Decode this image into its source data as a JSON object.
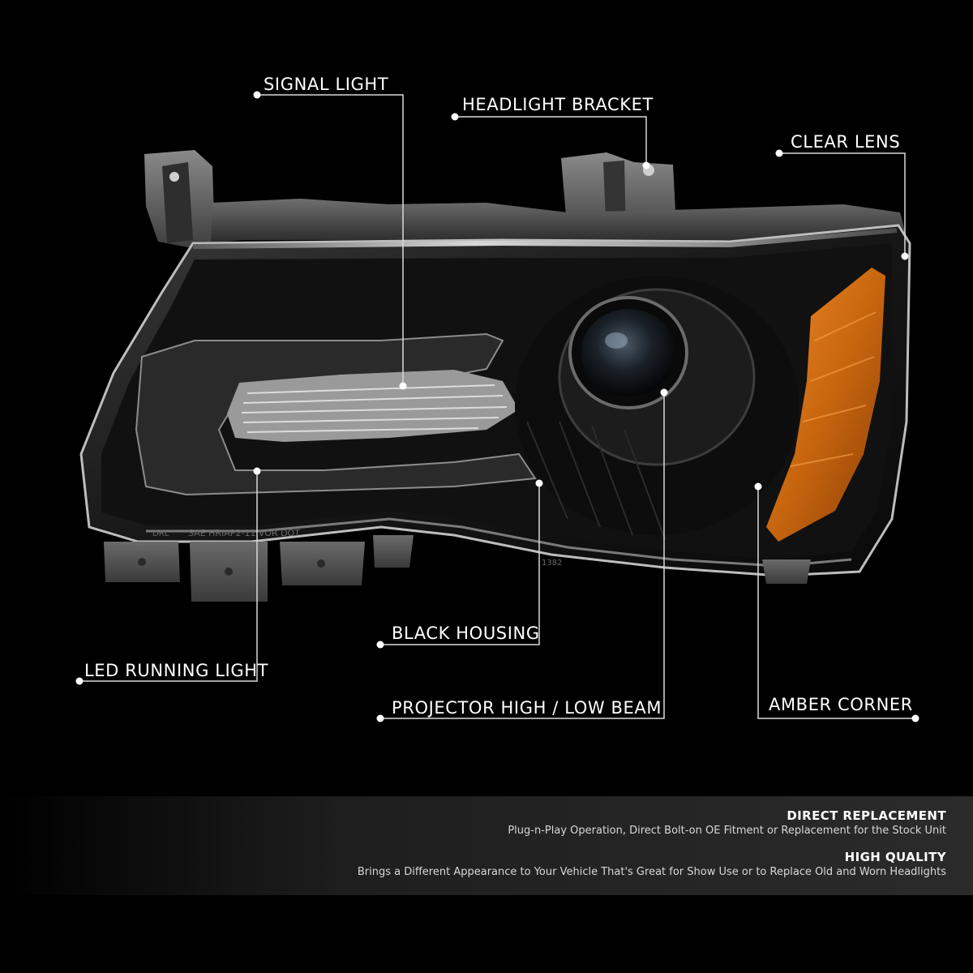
{
  "callouts": {
    "signal_light": "SIGNAL LIGHT",
    "headlight_bracket": "HEADLIGHT BRACKET",
    "clear_lens": "CLEAR LENS",
    "black_housing": "BLACK HOUSING",
    "led_running_light": "LED RUNNING LIGHT",
    "projector_beam": "PROJECTOR HIGH / LOW BEAM",
    "amber_corner": "AMBER CORNER"
  },
  "lens_markings": {
    "left": "DRL",
    "main": "SAE HRIAP2-11 VOR DOT",
    "bottom": "1382"
  },
  "features": [
    {
      "heading": "DIRECT REPLACEMENT",
      "text": "Plug-n-Play Operation, Direct Bolt-on OE Fitment or Replacement for the Stock Unit"
    },
    {
      "heading": "HIGH QUALITY",
      "text": "Brings a Different Appearance to Your Vehicle That's Great for Show Use or to Replace Old and Worn Headlights"
    }
  ],
  "colors": {
    "background": "#000000",
    "callout_text": "#ffffff",
    "leader_line": "#d9d9d9",
    "amber_corner": "#c8660f",
    "housing": "#141414"
  }
}
